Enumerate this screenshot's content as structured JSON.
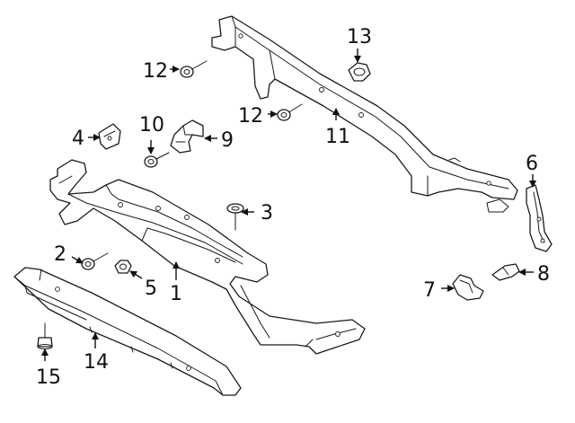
{
  "diagram": {
    "callouts": [
      {
        "id": "c1",
        "label": "1"
      },
      {
        "id": "c2",
        "label": "2"
      },
      {
        "id": "c3",
        "label": "3"
      },
      {
        "id": "c4",
        "label": "4"
      },
      {
        "id": "c5",
        "label": "5"
      },
      {
        "id": "c6",
        "label": "6"
      },
      {
        "id": "c7",
        "label": "7"
      },
      {
        "id": "c8",
        "label": "8"
      },
      {
        "id": "c9",
        "label": "9"
      },
      {
        "id": "c10",
        "label": "10"
      },
      {
        "id": "c11",
        "label": "11"
      },
      {
        "id": "c12a",
        "label": "12"
      },
      {
        "id": "c12b",
        "label": "12"
      },
      {
        "id": "c13",
        "label": "13"
      },
      {
        "id": "c14",
        "label": "14"
      },
      {
        "id": "c15",
        "label": "15"
      }
    ]
  }
}
